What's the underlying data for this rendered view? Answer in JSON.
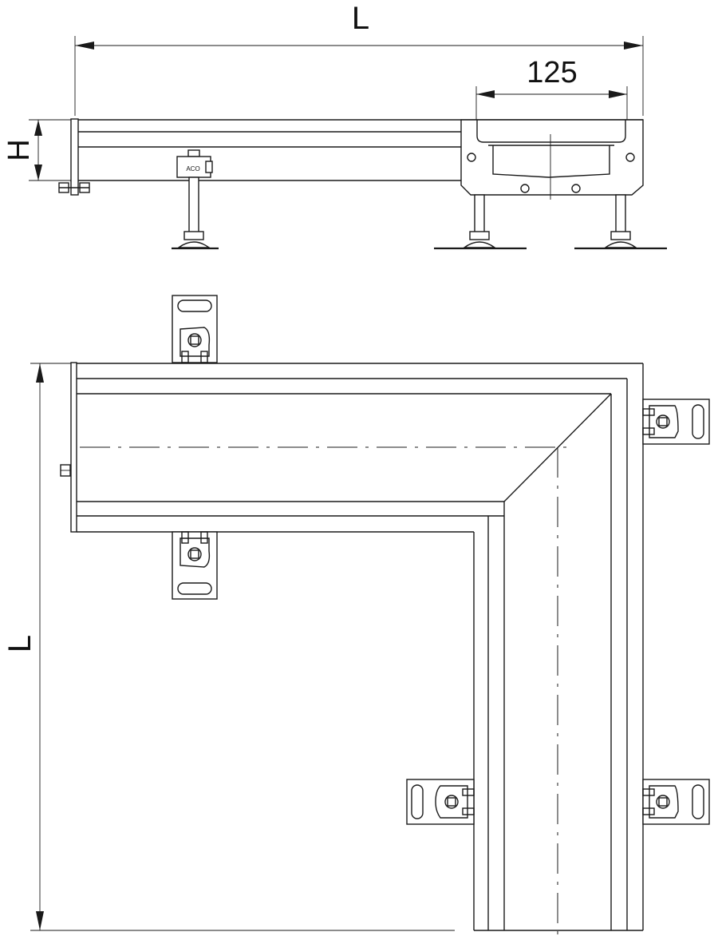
{
  "labels": {
    "length_top": "L",
    "outlet_width": "125",
    "height": "H",
    "length_side": "L",
    "brand_mark": "ACO"
  },
  "colors": {
    "line": "#1a1a1a",
    "background": "#ffffff"
  }
}
